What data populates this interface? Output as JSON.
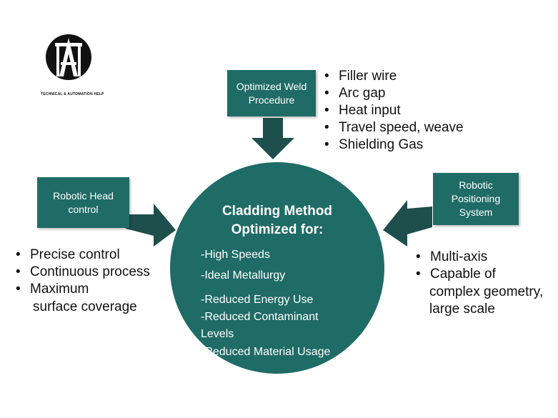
{
  "logo": {
    "caption": "TECHNICAL & AUTOMATION HELP"
  },
  "center": {
    "title_line1": "Cladding Method",
    "title_line2": "Optimized for:",
    "items": [
      "-High Speeds",
      "-Ideal Metallurgy",
      "-Reduced Energy Use",
      "-Reduced Contaminant",
      "Levels",
      "-Reduced Material Usage"
    ]
  },
  "weld_box": {
    "line1": "Optimized Weld",
    "line2": "Procedure",
    "bullets": [
      "Filler wire",
      "Arc gap",
      "Heat input",
      "Travel speed, weave",
      "Shielding Gas"
    ]
  },
  "head_box": {
    "line1": "Robotic Head",
    "line2": "control",
    "bullets": [
      "Precise control",
      "Continuous process",
      "Maximum"
    ],
    "continuation": "surface coverage"
  },
  "positioning_box": {
    "line1": "Robotic",
    "line2": "Positioning",
    "line3": "System",
    "bullets": [
      "Multi-axis",
      "Capable of"
    ],
    "continuation1": "complex geometry,",
    "continuation2": "large scale"
  },
  "colors": {
    "teal": "#1f6b66",
    "arrow": "#1f4f4c",
    "text": "#111111"
  }
}
